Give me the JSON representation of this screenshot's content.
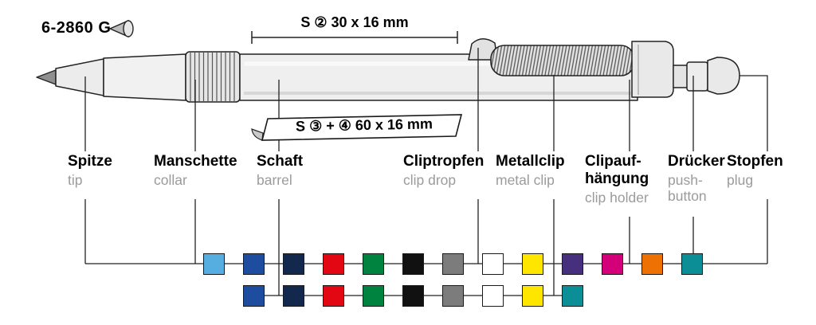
{
  "product": {
    "code": "6-2860 G"
  },
  "dimensions": {
    "imprint_top": "S ② 30 x 16 mm",
    "imprint_banner": "S ③ + ④ 60 x 16 mm"
  },
  "parts": [
    {
      "id": "spitze",
      "de": "Spitze",
      "en": "tip"
    },
    {
      "id": "manschette",
      "de": "Manschette",
      "en": "collar"
    },
    {
      "id": "schaft",
      "de": "Schaft",
      "en": "barrel"
    },
    {
      "id": "cliptropfen",
      "de": "Cliptropfen",
      "en": "clip drop"
    },
    {
      "id": "metallclip",
      "de": "Metallclip",
      "en": "metal clip"
    },
    {
      "id": "clipaufhaengung",
      "de": "Clipauf-\nhängung",
      "en": "clip holder"
    },
    {
      "id": "druecker",
      "de": "Drücker",
      "en": "push-\nbutton"
    },
    {
      "id": "stopfen",
      "de": "Stopfen",
      "en": "plug"
    }
  ],
  "colors": {
    "row1": [
      {
        "name": "light-blue",
        "hex": "#56aee0"
      },
      {
        "name": "blue",
        "hex": "#1e4da0"
      },
      {
        "name": "navy",
        "hex": "#12284c"
      },
      {
        "name": "red",
        "hex": "#e30613"
      },
      {
        "name": "green",
        "hex": "#00833e"
      },
      {
        "name": "black",
        "hex": "#111111"
      },
      {
        "name": "gray",
        "hex": "#7c7c7c"
      },
      {
        "name": "white",
        "hex": "#ffffff"
      },
      {
        "name": "yellow",
        "hex": "#ffe600"
      },
      {
        "name": "purple",
        "hex": "#46307e"
      },
      {
        "name": "magenta",
        "hex": "#d4007a"
      },
      {
        "name": "orange",
        "hex": "#ee7203"
      },
      {
        "name": "teal",
        "hex": "#0b8e96"
      }
    ],
    "row2": [
      {
        "name": "blue",
        "hex": "#1e4da0"
      },
      {
        "name": "navy",
        "hex": "#12284c"
      },
      {
        "name": "red",
        "hex": "#e30613"
      },
      {
        "name": "green",
        "hex": "#00833e"
      },
      {
        "name": "black",
        "hex": "#111111"
      },
      {
        "name": "gray",
        "hex": "#7c7c7c"
      },
      {
        "name": "white",
        "hex": "#ffffff"
      },
      {
        "name": "yellow",
        "hex": "#ffe600"
      },
      {
        "name": "teal",
        "hex": "#0b8e96"
      }
    ]
  }
}
